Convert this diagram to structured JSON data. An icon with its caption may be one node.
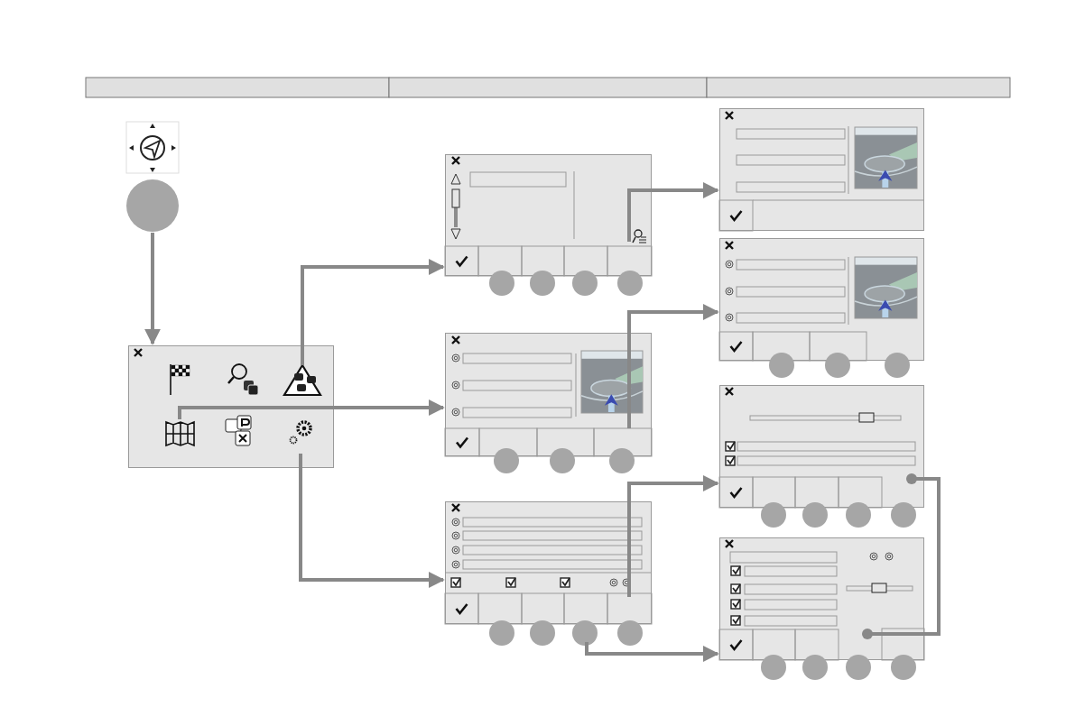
{
  "diagram": {
    "nodes": [
      {
        "text": [],
        "shape": "circle"
      },
      {
        "text": [],
        "shape": "box"
      },
      {
        "text": [],
        "shape": "box"
      },
      {
        "text": [],
        "shape": "box"
      },
      {
        "text": [],
        "shape": "box"
      },
      {
        "text": [],
        "shape": "box"
      },
      {
        "text": [],
        "shape": "box"
      },
      {
        "text": [],
        "shape": "box"
      },
      {
        "text": [],
        "shape": "box"
      }
    ],
    "edges": [
      {
        "from": 0,
        "to": 1,
        "arrow": "to"
      },
      {
        "from": 1,
        "to": 2,
        "arrow": "to"
      },
      {
        "from": 1,
        "to": 3,
        "arrow": "to"
      },
      {
        "from": 1,
        "to": 4,
        "arrow": "to"
      },
      {
        "from": 2,
        "to": 5,
        "arrow": "to"
      },
      {
        "from": 3,
        "to": 6,
        "arrow": "to"
      },
      {
        "from": 4,
        "to": 7,
        "arrow": "to"
      },
      {
        "from": 4,
        "to": 8,
        "arrow": "to"
      },
      {
        "from": 7,
        "to": 8,
        "arrow": "other"
      }
    ]
  }
}
